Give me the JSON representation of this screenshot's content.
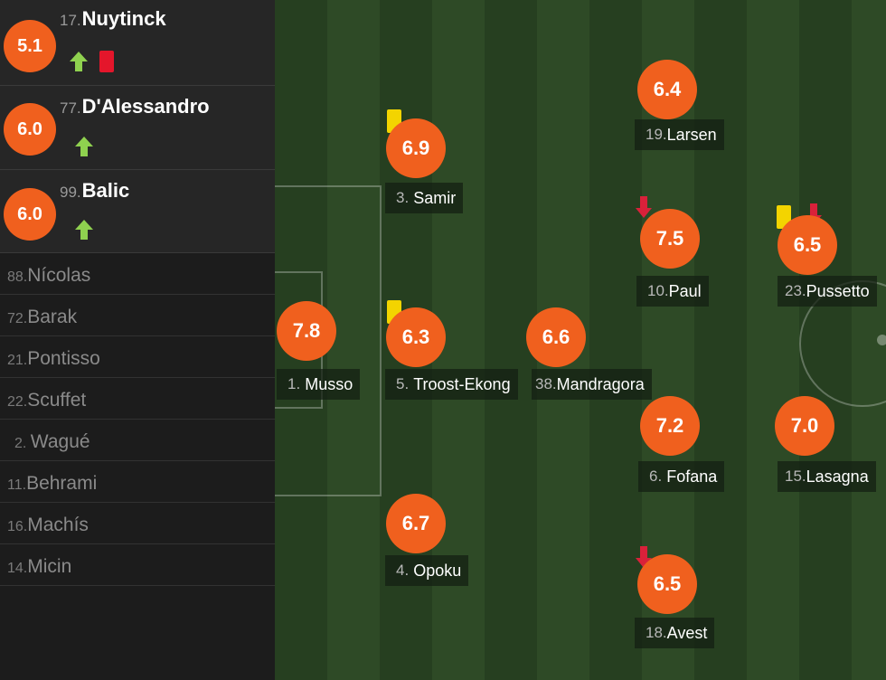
{
  "subs_in": [
    {
      "rating": "5.1",
      "number": "17.",
      "name": "Nuytinck",
      "icons": [
        "arrow-up-icon",
        "red-card-icon"
      ]
    },
    {
      "rating": "6.0",
      "number": "77.",
      "name": "D'Alessandro",
      "icons": [
        "arrow-up-icon"
      ]
    },
    {
      "rating": "6.0",
      "number": "99.",
      "name": "Balic",
      "icons": [
        "arrow-up-icon"
      ]
    }
  ],
  "bench": [
    {
      "number": "88.",
      "name": "Nícolas"
    },
    {
      "number": "72.",
      "name": "Barak"
    },
    {
      "number": "21.",
      "name": "Pontisso"
    },
    {
      "number": "22.",
      "name": "Scuffet"
    },
    {
      "number": "2.",
      "name": "Wagué"
    },
    {
      "number": "11.",
      "name": "Behrami"
    },
    {
      "number": "16.",
      "name": "Machís"
    },
    {
      "number": "14.",
      "name": "Micin"
    }
  ],
  "players": [
    {
      "rating": "7.8",
      "number": "1.",
      "name": "Musso",
      "yellow": false,
      "sub_off": false
    },
    {
      "rating": "6.9",
      "number": "3.",
      "name": "Samir",
      "yellow": true,
      "sub_off": false
    },
    {
      "rating": "6.3",
      "number": "5.",
      "name": "Troost-Ekong",
      "yellow": true,
      "sub_off": false
    },
    {
      "rating": "6.7",
      "number": "4.",
      "name": "Opoku",
      "yellow": false,
      "sub_off": false
    },
    {
      "rating": "6.6",
      "number": "38.",
      "name": "Mandragora",
      "yellow": false,
      "sub_off": false
    },
    {
      "rating": "6.4",
      "number": "19.",
      "name": "Larsen",
      "yellow": false,
      "sub_off": false
    },
    {
      "rating": "7.5",
      "number": "10.",
      "name": "Paul",
      "yellow": false,
      "sub_off": true
    },
    {
      "rating": "7.2",
      "number": "6.",
      "name": "Fofana",
      "yellow": false,
      "sub_off": false
    },
    {
      "rating": "6.5",
      "number": "18.",
      "name": "Avest",
      "yellow": false,
      "sub_off": true
    },
    {
      "rating": "6.5",
      "number": "23.",
      "name": "Pussetto",
      "yellow": true,
      "sub_off": true
    },
    {
      "rating": "7.0",
      "number": "15.",
      "name": "Lasagna",
      "yellow": false,
      "sub_off": false
    }
  ],
  "colors": {
    "rating_bg": "#f0601e",
    "yellow_card": "#f3d400",
    "red_card": "#e4162b",
    "sub_in_arrow": "#8fd14f",
    "sub_out_arrow": "#d9213a"
  }
}
